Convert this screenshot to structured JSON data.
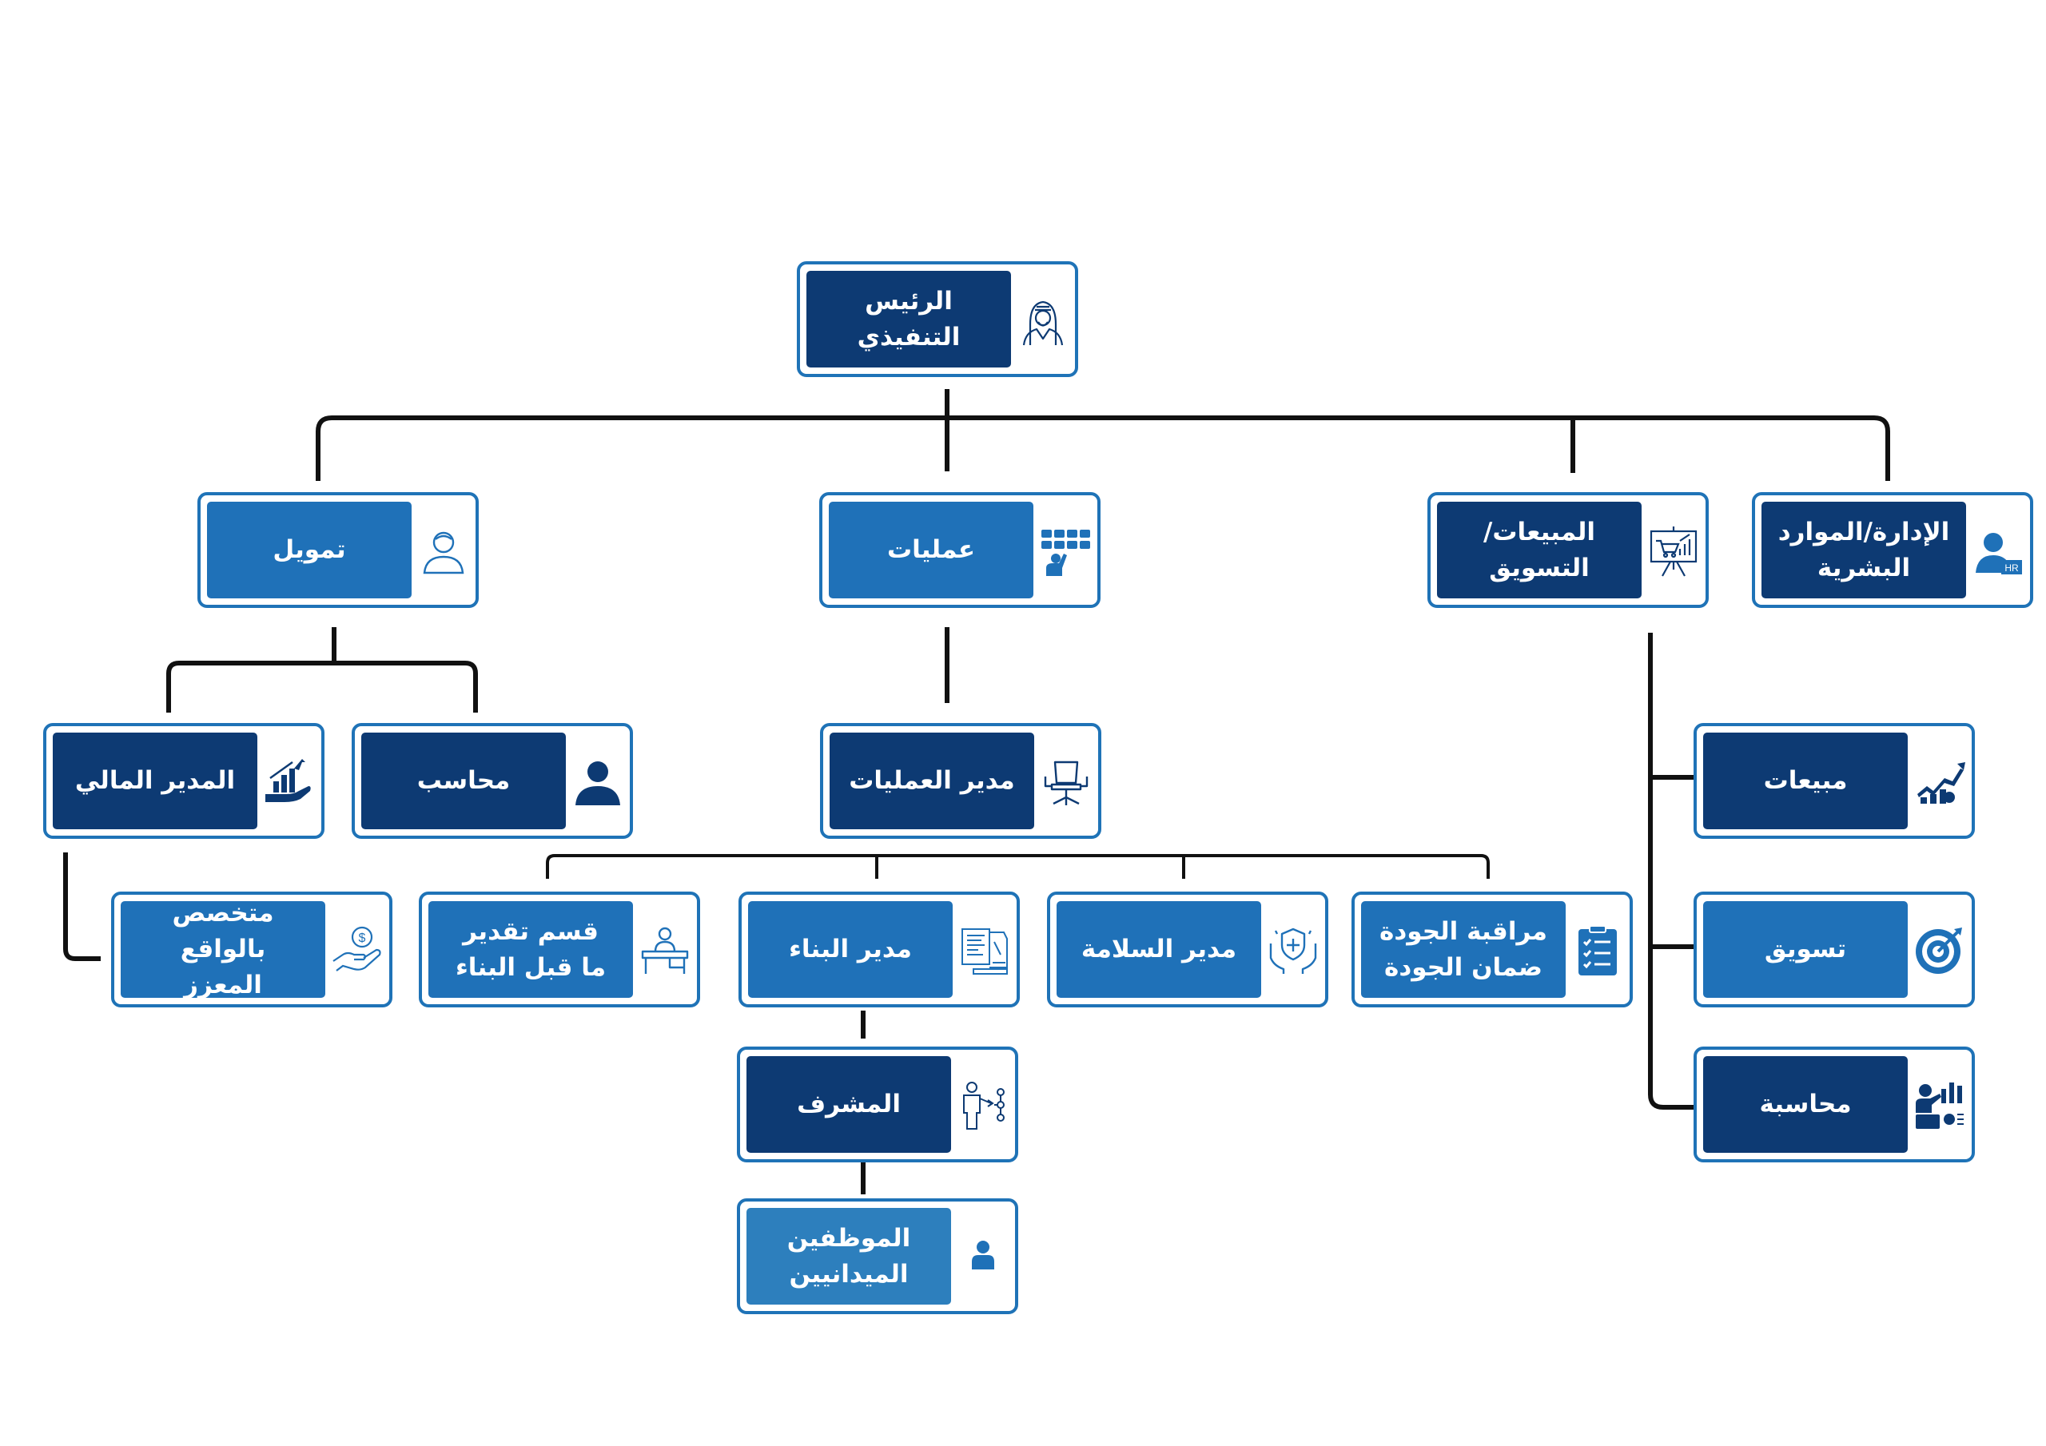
{
  "colors": {
    "dark": "#0d3a73",
    "mid": "#1f71b8",
    "light": "#2d7fbd",
    "border": "#1f73b7",
    "line": "#111111"
  },
  "nodes": {
    "ceo": {
      "label": "الرئيس التنفيذي",
      "icon": "arab-person-icon"
    },
    "hr": {
      "label": "الإدارة/الموارد\nالبشرية",
      "icon": "hr-person-icon"
    },
    "sales_marketing": {
      "label": "المبيعات/التسويق",
      "icon": "presentation-board-icon"
    },
    "operations": {
      "label": "عمليات",
      "icon": "operations-grid-icon"
    },
    "finance": {
      "label": "تمويل",
      "icon": "person-outline-icon"
    },
    "accountant": {
      "label": "محاسب",
      "icon": "person-icon"
    },
    "cfo": {
      "label": "المدير المالي",
      "icon": "growth-hand-icon"
    },
    "ar_specialist": {
      "label": "متخصص بالواقع\nالمعزز",
      "icon": "money-hand-icon"
    },
    "ops_manager": {
      "label": "مدير العمليات",
      "icon": "office-chair-icon"
    },
    "precon": {
      "label": "قسم تقدير\nما قبل البناء",
      "icon": "desk-person-icon"
    },
    "construction_mgr": {
      "label": "مدير البناء",
      "icon": "blueprint-icon"
    },
    "safety_mgr": {
      "label": "مدير السلامة",
      "icon": "safety-shield-icon"
    },
    "quality": {
      "label": "مراقبة الجودة\nضمان الجودة",
      "icon": "checklist-icon"
    },
    "supervisor": {
      "label": "المشرف",
      "icon": "presenter-icon"
    },
    "field_staff": {
      "label": "الموظفين\nالميدانيين",
      "icon": "person-icon"
    },
    "sales": {
      "label": "مبيعات",
      "icon": "growth-chart-icon"
    },
    "marketing": {
      "label": "تسويق",
      "icon": "target-icon"
    },
    "accounting": {
      "label": "محاسبة",
      "icon": "analyst-icon"
    }
  }
}
